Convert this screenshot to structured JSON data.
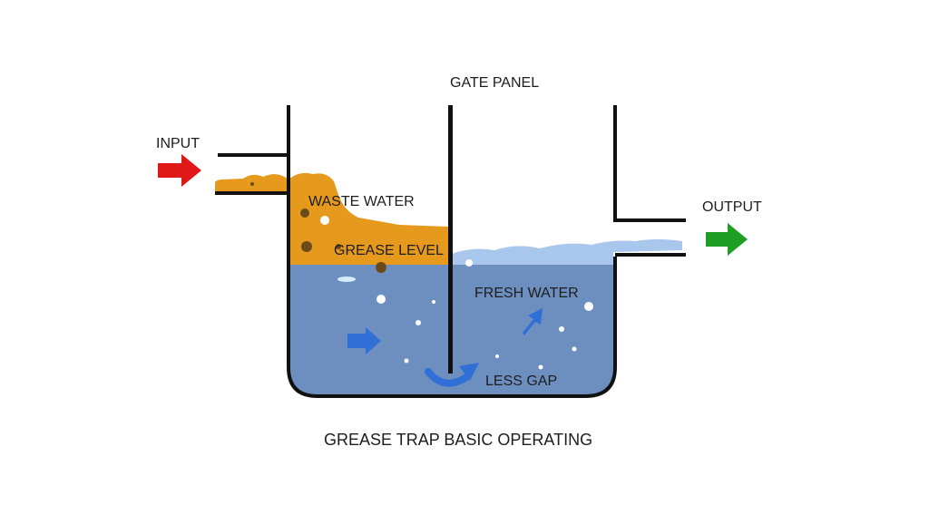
{
  "labels": {
    "gate_panel": "GATE PANEL",
    "input": "INPUT",
    "output": "OUTPUT",
    "waste_water": "WASTE WATER",
    "grease_level": "GREASE LEVEL",
    "fresh_water": "FRESH WATER",
    "less_gap": "LESS GAP",
    "caption": "GREASE TRAP BASIC OPERATING"
  },
  "colors": {
    "input_arrow": "#e01818",
    "output_arrow": "#1e9e22",
    "grease": "#e59a1d",
    "water": "#6d8fc0",
    "fresh_surface": "#a9c6ec",
    "flow_arrow": "#2f6fd6",
    "wall": "#111111",
    "background": "#ffffff"
  },
  "icons": {
    "input_arrow": "arrow-right-icon",
    "output_arrow": "arrow-right-icon",
    "flow_arrow": "flow-arrow-icon",
    "under_gap_arrow": "curved-arrow-icon"
  }
}
